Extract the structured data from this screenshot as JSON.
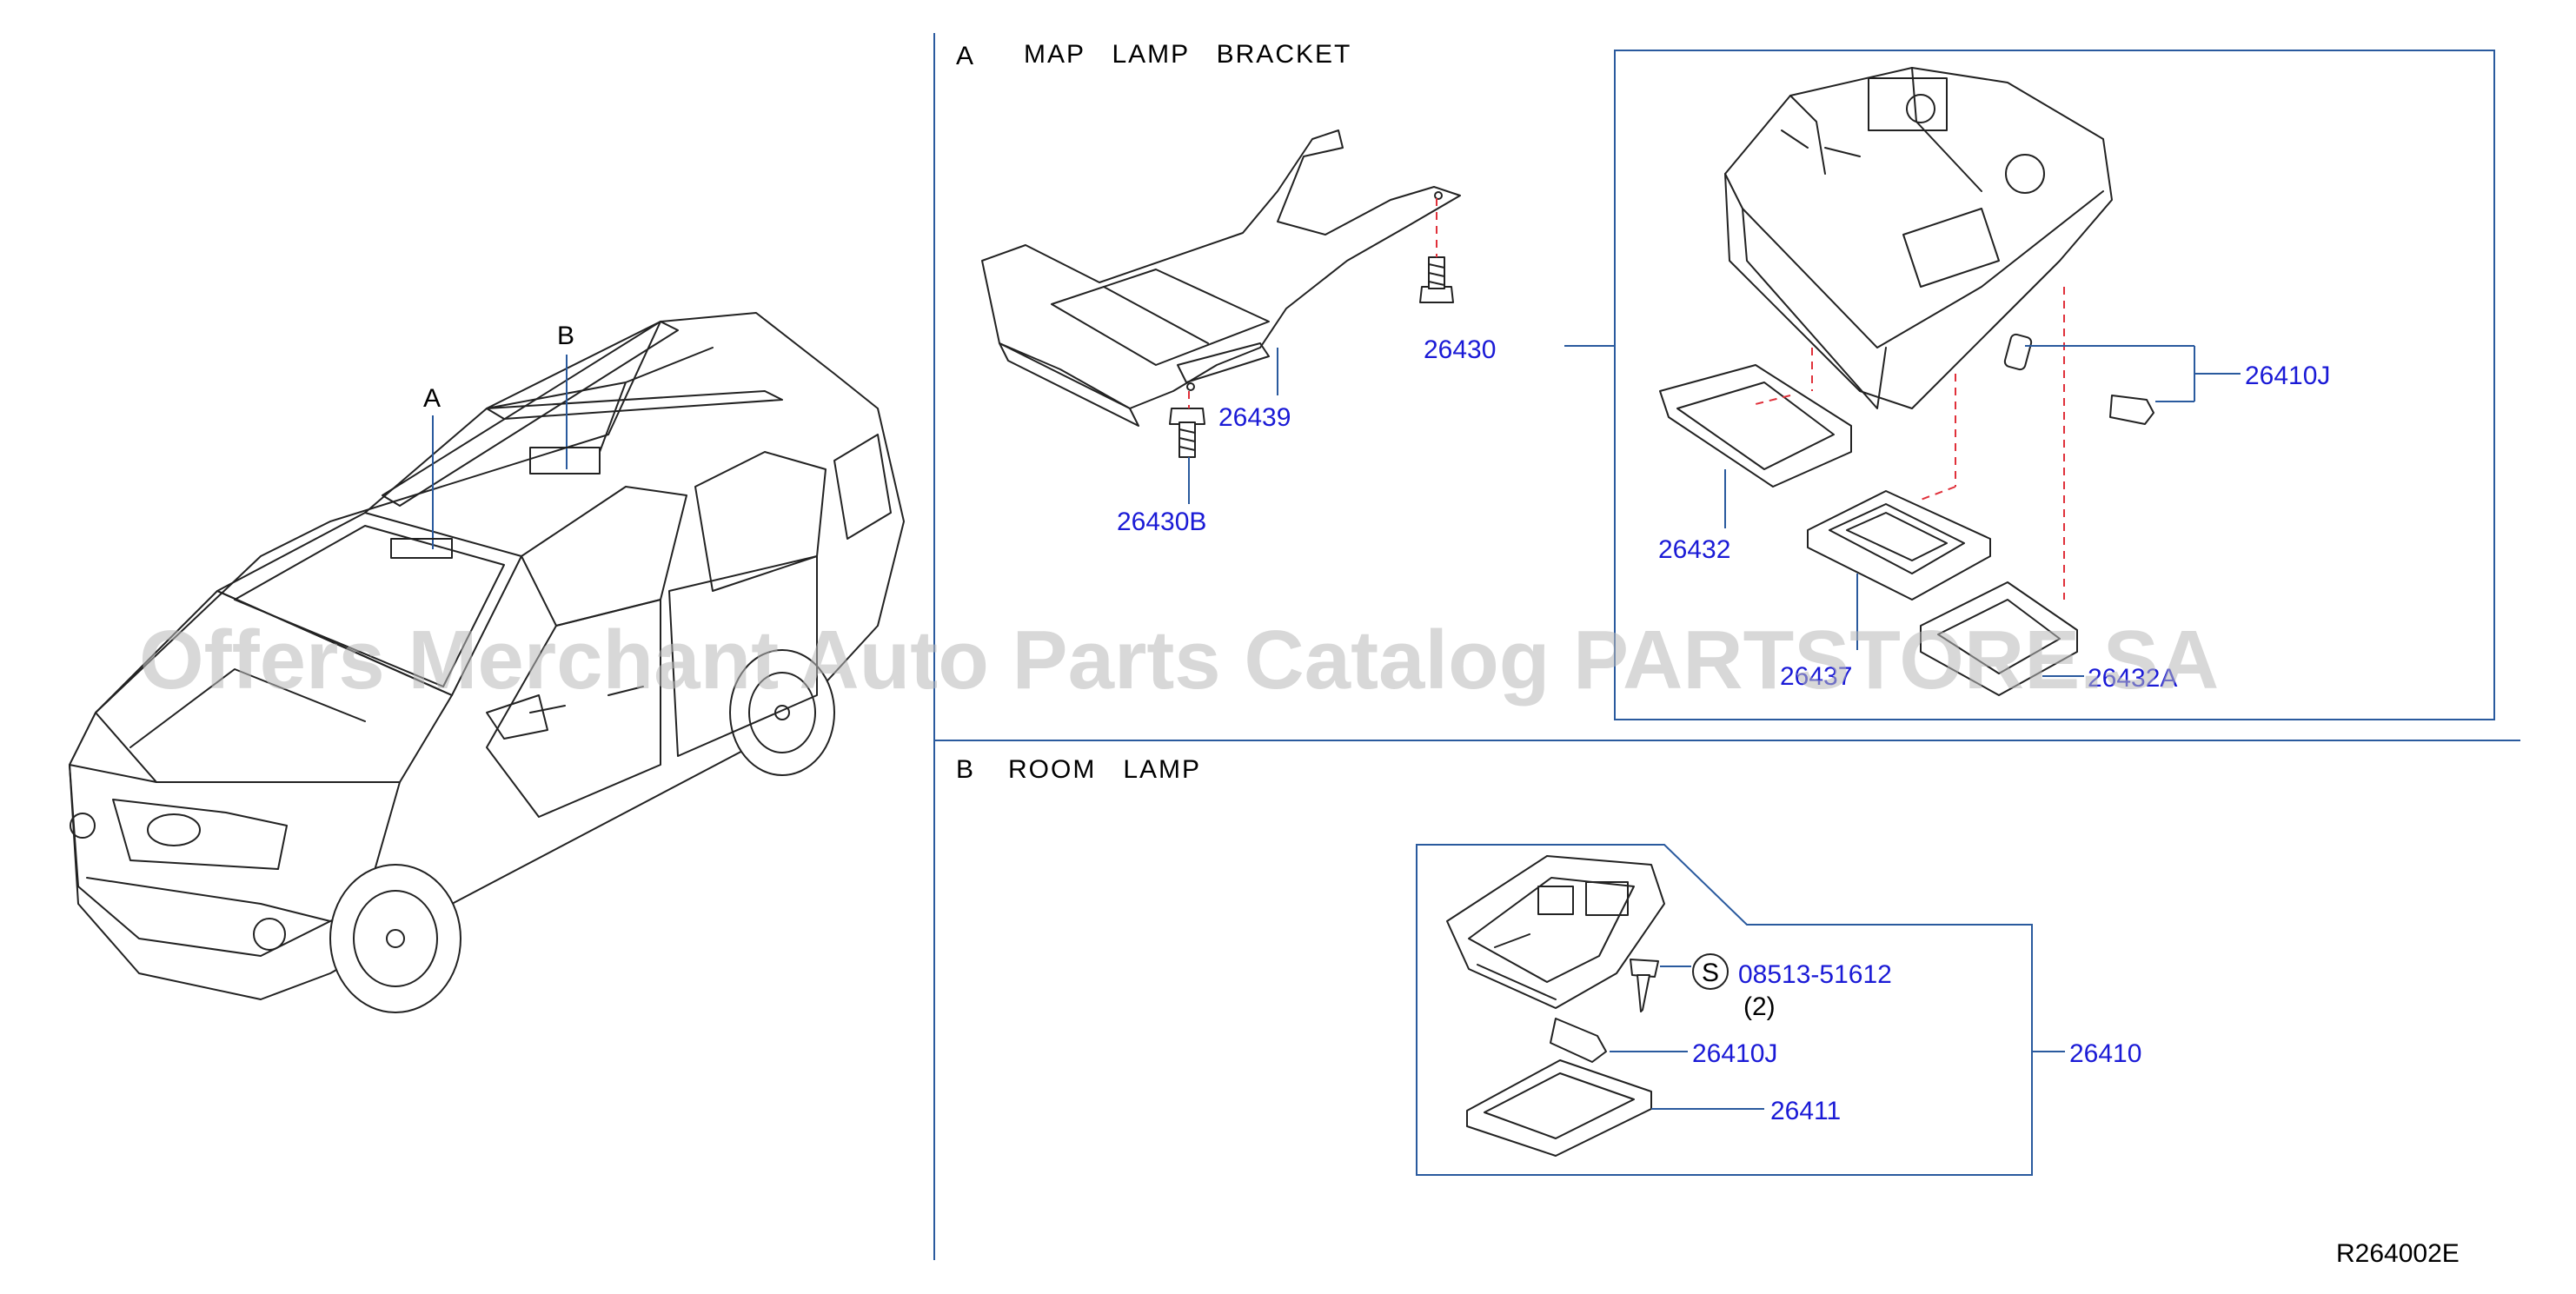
{
  "sections": {
    "a": {
      "letter": "A",
      "title": "MAP   LAMP   BRACKET"
    },
    "b": {
      "letter": "B",
      "title": "ROOM   LAMP"
    }
  },
  "vehicle": {
    "callout_a": "A",
    "callout_b": "B"
  },
  "parts": {
    "p26430": "26430",
    "p26439": "26439",
    "p26430B": "26430B",
    "p26410J_a": "26410J",
    "p26432": "26432",
    "p26437": "26437",
    "p26432A": "26432A",
    "screw_symbol": "S",
    "p08513": "08513-51612",
    "p08513_qty": "(2)",
    "p26410J_b": "26410J",
    "p26411": "26411",
    "p26410": "26410"
  },
  "diagram_code": "R264002E",
  "watermark": "Offers Merchant Auto Parts Catalog PARTSTORE.SA",
  "colors": {
    "label": "#1a1ad6",
    "leader": "#2a5a9e",
    "dashed": "#e0303a",
    "linework": "#222222"
  }
}
